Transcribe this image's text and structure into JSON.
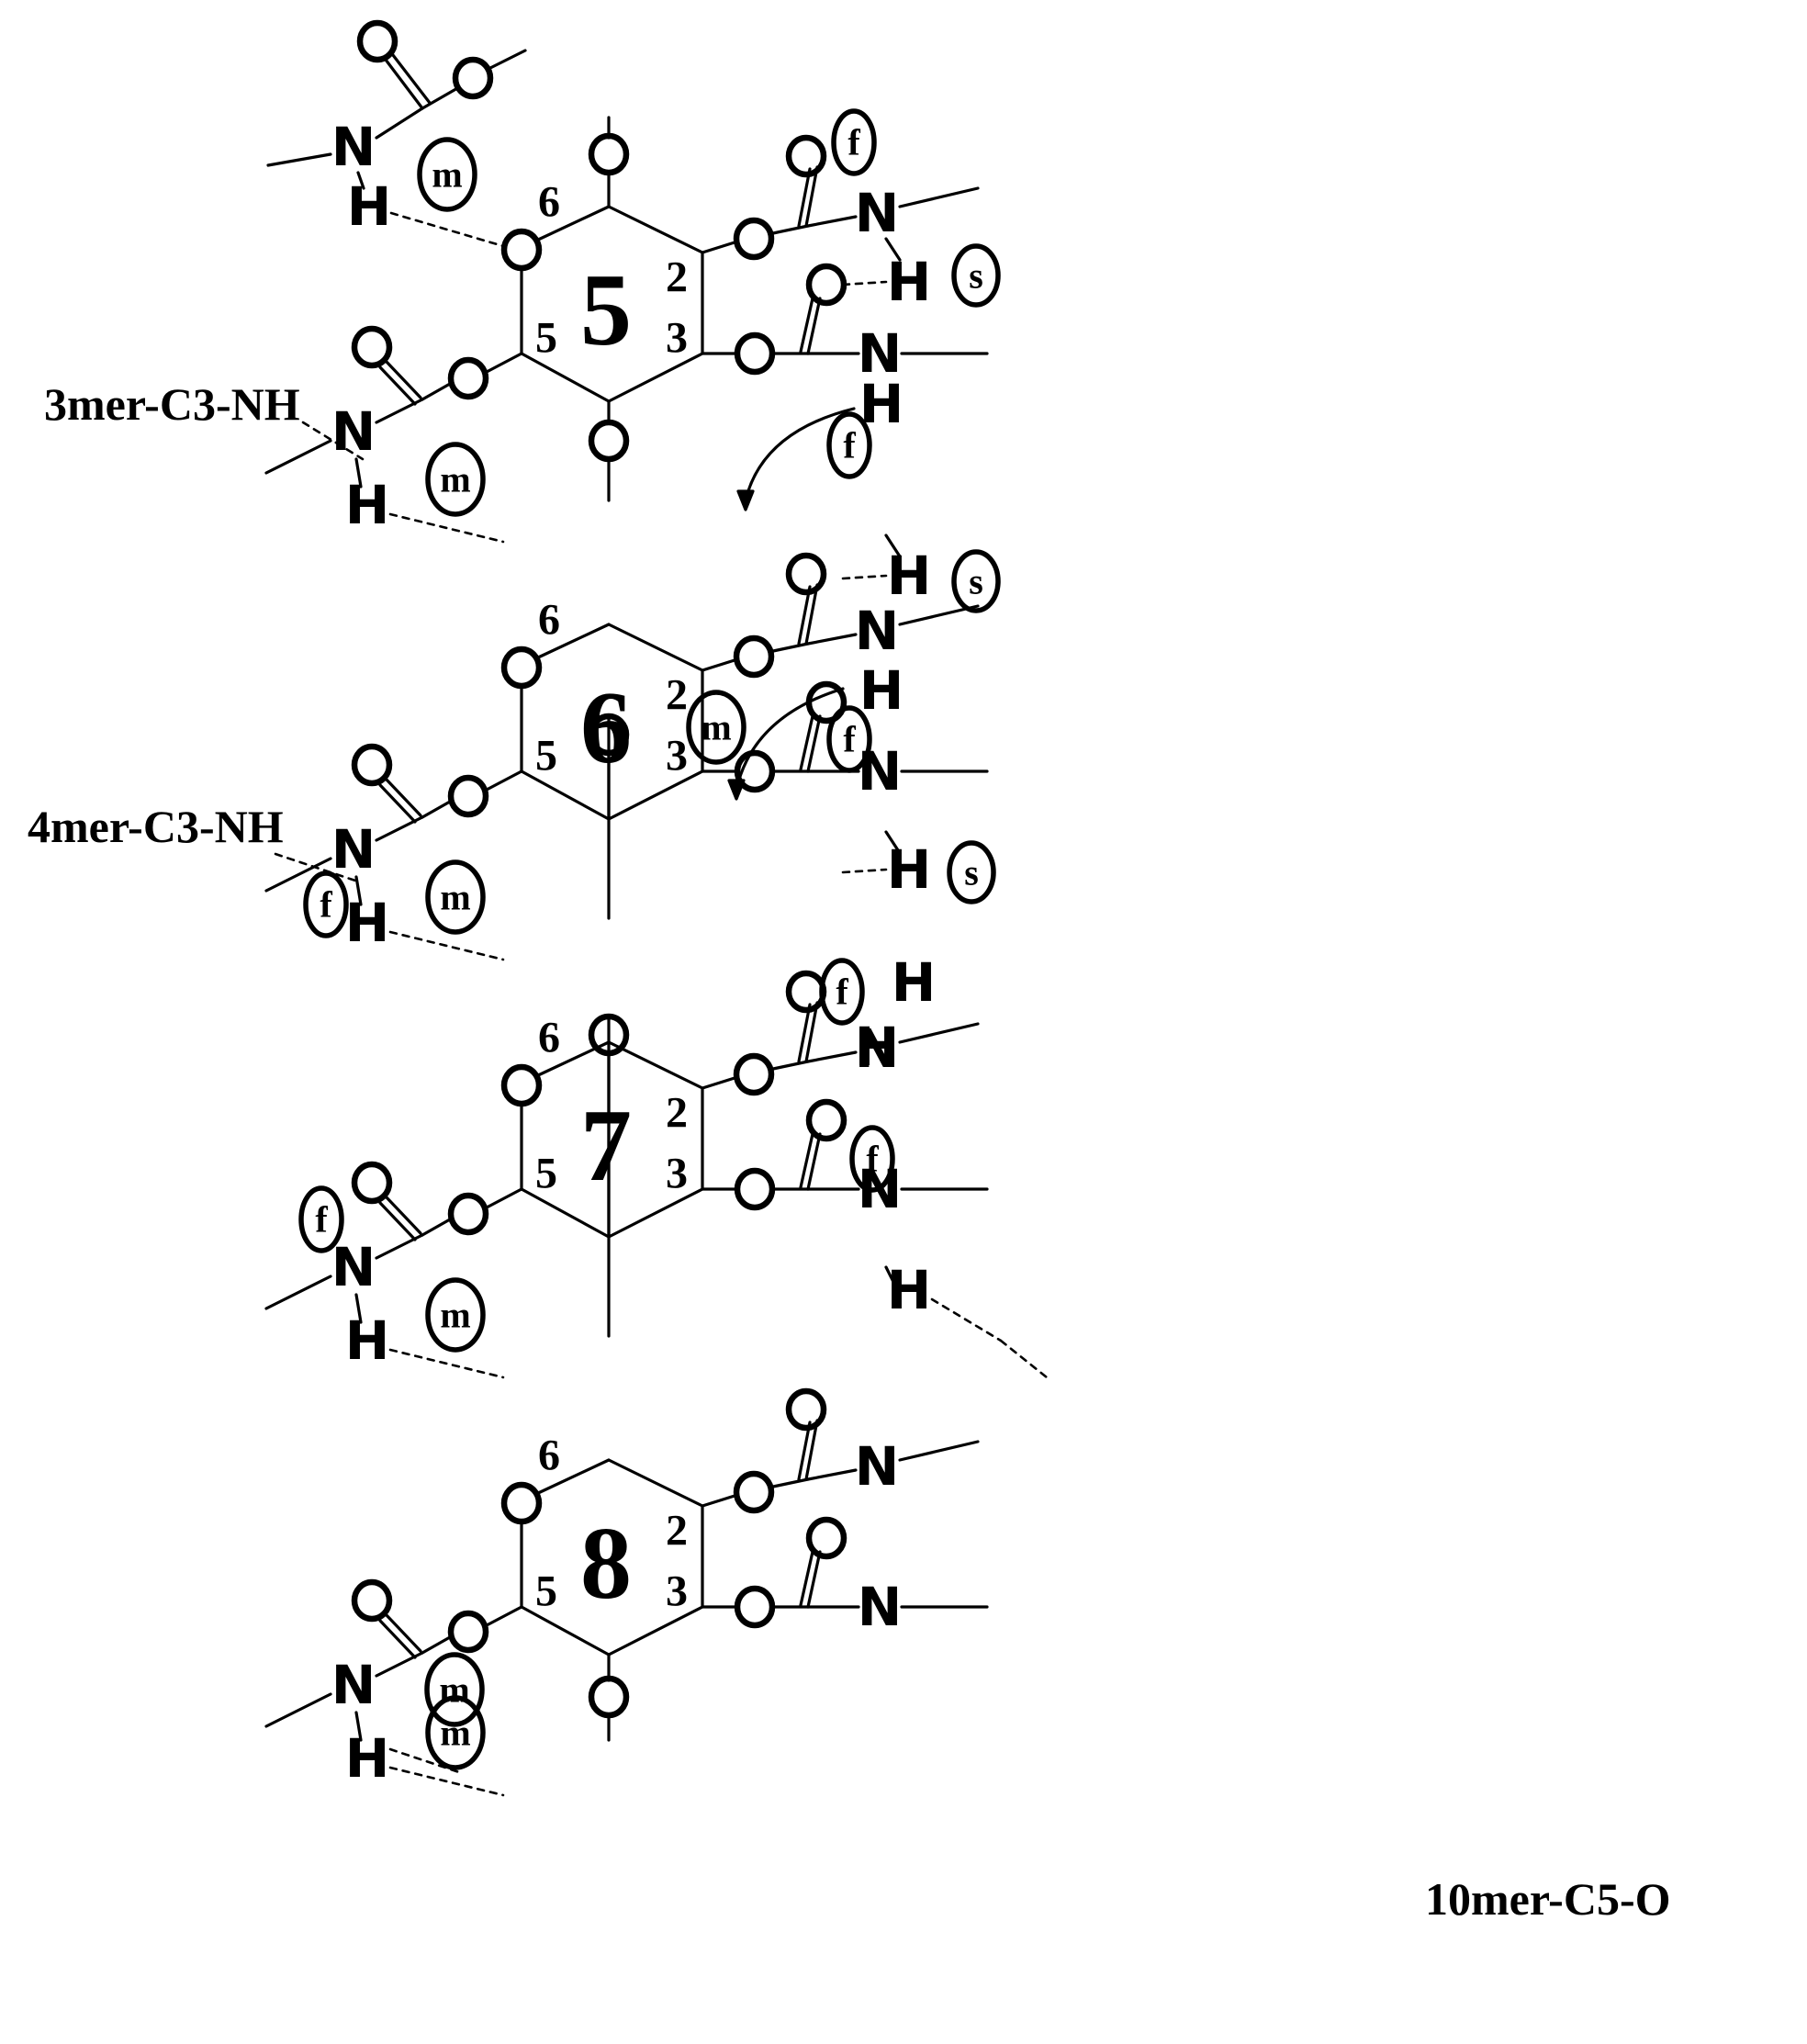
{
  "atoms": {
    "oxygen": "O",
    "nitrogen": "N",
    "hydrogen": "H"
  },
  "ring_numbers": [
    "5",
    "6",
    "7",
    "8"
  ],
  "position_labels": {
    "c6": "6",
    "c5": "5",
    "c2": "2",
    "c3": "3"
  },
  "tags": {
    "m": "m",
    "f": "f",
    "s": "s"
  },
  "annotations": {
    "left_1": "3mer-C3-NH",
    "left_2": "4mer-C3-NH",
    "right_bottom": "10mer-C5-O"
  }
}
